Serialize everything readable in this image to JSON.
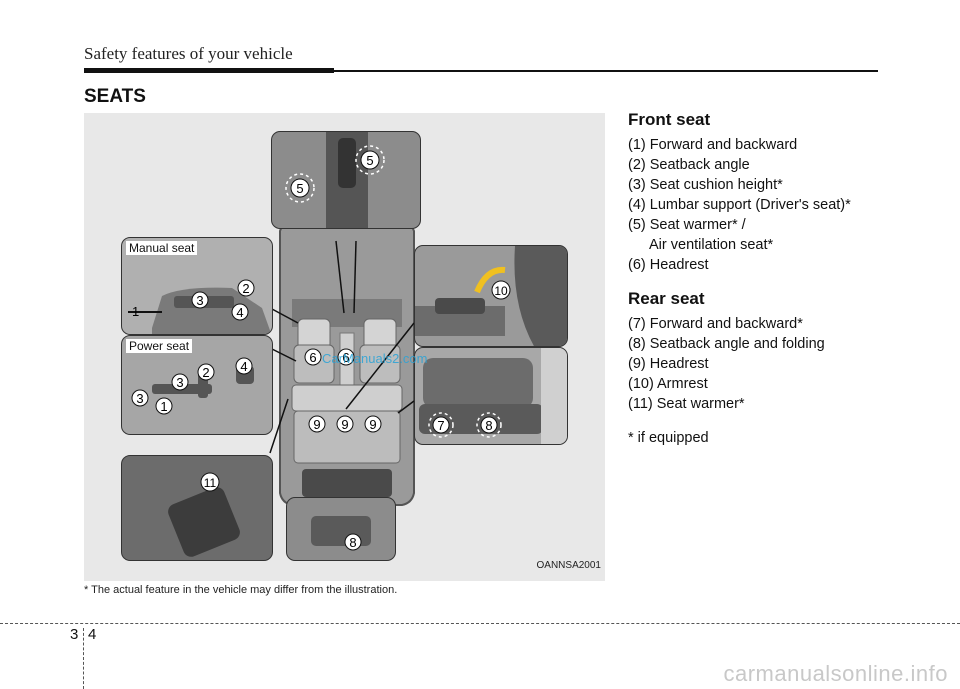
{
  "header": {
    "title": "Safety features of your vehicle"
  },
  "section": {
    "title": "SEATS"
  },
  "figure": {
    "code": "OANNSA2001",
    "manual_label": "Manual seat",
    "power_label": "Power seat",
    "site_watermark": "CarManuals2.com",
    "callouts": {
      "gear_a": "5",
      "gear_b": "5",
      "man_1": "1",
      "man_2": "2",
      "man_3": "3",
      "man_4": "4",
      "pow_1": "1",
      "pow_2": "2",
      "pow_3a": "3",
      "pow_3b": "3",
      "pow_4": "4",
      "door_11": "11",
      "rear_8": "8",
      "head_6a": "6",
      "head_6b": "6",
      "head_9a": "9",
      "head_9b": "9",
      "head_9c": "9",
      "arm_10": "10",
      "rs_7": "7",
      "rs_8": "8"
    }
  },
  "caption_note": "* The actual feature in the vehicle may differ from the illustration.",
  "front_seat": {
    "heading": "Front seat",
    "items": [
      "(1) Forward and backward",
      "(2) Seatback angle",
      "(3) Seat cushion height*",
      "(4) Lumbar support (Driver's seat)*",
      "(5) Seat warmer* /",
      "Air ventilation seat*",
      "(6) Headrest"
    ]
  },
  "rear_seat": {
    "heading": "Rear seat",
    "items": [
      "(7) Forward and backward*",
      "(8) Seatback angle and folding",
      "(9) Headrest",
      "(10) Armrest",
      "(11) Seat warmer*"
    ]
  },
  "footnote": "* if equipped",
  "page": {
    "chapter": "3",
    "number": "4"
  },
  "watermark": "carmanualsonline.info"
}
